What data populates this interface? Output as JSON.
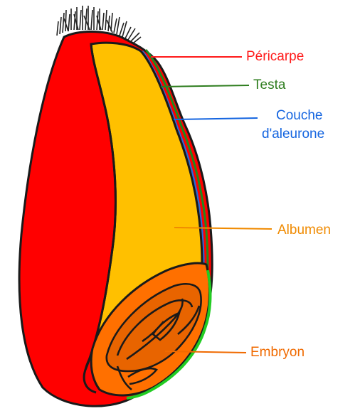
{
  "diagram": {
    "labels": {
      "pericarpe": {
        "text": "Péricarpe",
        "color": "#ff1a1a"
      },
      "testa": {
        "text": "Testa",
        "color": "#2e7d1e"
      },
      "aleurone_line1": {
        "text": "Couche",
        "color": "#1565e0"
      },
      "aleurone_line2": {
        "text": "d'aleurone",
        "color": "#1565e0"
      },
      "albumen": {
        "text": "Albumen",
        "color": "#f08a00"
      },
      "embryon": {
        "text": "Embryon",
        "color": "#f06a00"
      }
    },
    "colors": {
      "pericarp": "#ff0000",
      "endosperm": "#ffc000",
      "embryo": "#ff7000",
      "embryo_inner": "#e86400",
      "aleurone": "#2a6ad8",
      "testa": "#1e8a1e",
      "scutellum": "#22cc22",
      "outline": "#1a1a1a"
    }
  }
}
